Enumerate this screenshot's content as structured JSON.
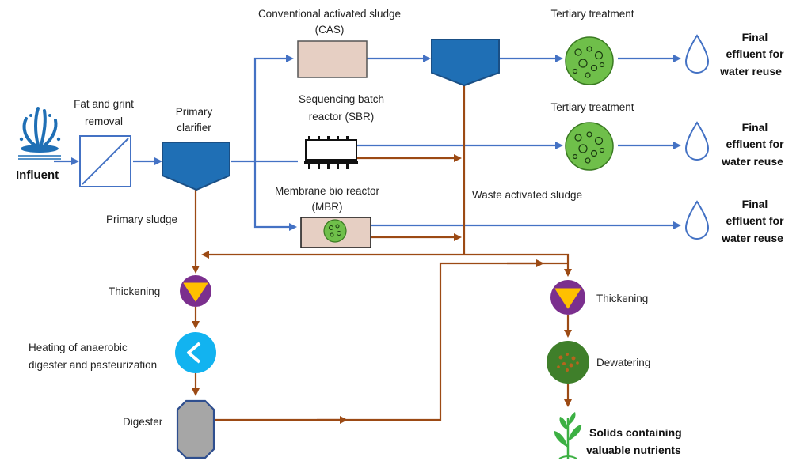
{
  "labels": {
    "influent": "Influent",
    "fat_grit_1": "Fat and grint",
    "fat_grit_2": "removal",
    "primary_clarifier_1": "Primary",
    "primary_clarifier_2": "clarifier",
    "primary_sludge": "Primary sludge",
    "cas_1": "Conventional activated sludge",
    "cas_2": "(CAS)",
    "sbr_1": "Sequencing batch",
    "sbr_2": "reactor (SBR)",
    "mbr_1": "Membrane bio reactor",
    "mbr_2": "(MBR)",
    "tertiary_1": "Tertiary treatment",
    "tertiary_2": "Tertiary treatment",
    "waste_activated_sludge": "Waste activated sludge",
    "effluent_1": {
      "l1": "Final",
      "l2": "effluent for",
      "l3": "water reuse"
    },
    "effluent_2": {
      "l1": "Final",
      "l2": "effluent for",
      "l3": "water reuse"
    },
    "effluent_3": {
      "l1": "Final",
      "l2": "effluent for",
      "l3": "water reuse"
    },
    "thickening_left": "Thickening",
    "heating_1": "Heating of anaerobic",
    "heating_2": "digester and pasteurization",
    "digester": "Digester",
    "thickening_right": "Thickening",
    "dewatering": "Dewatering",
    "solids_1": "Solids containing",
    "solids_2": "valuable  nutrients"
  },
  "colors": {
    "water_flow": "#4472c4",
    "sludge_flow": "#9c4a14",
    "clarifier_fill": "#1f6fb5",
    "reactor_fill": "#e6cfc3",
    "tertiary_fill": "#6fbf4a",
    "thickener_fill": "#7b2f8e",
    "thickener_inner": "#ffc000",
    "heater_fill": "#12b3f0",
    "digester_fill": "#a6a6a6",
    "dewatering_fill": "#3f7f2a",
    "plant": "#3cb043"
  },
  "icons": {
    "influent": "water-fountain-icon",
    "effluent": "water-drop-icon",
    "solids": "plant-sprout-icon"
  }
}
